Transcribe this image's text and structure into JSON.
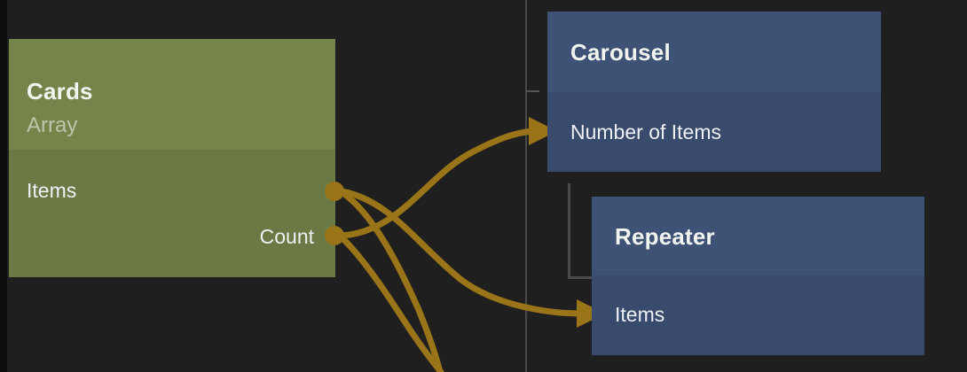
{
  "canvas": {
    "background": "#1f1f1f",
    "guide_line_color": "#4a4a4a",
    "wire_color": "#9a7418"
  },
  "nodes": [
    {
      "id": "cards",
      "title": "Cards",
      "subtitle": "Array",
      "kind": "source",
      "accent": "#74844b",
      "body_color": "#6b7a45",
      "ports": [
        {
          "name": "Items",
          "side": "output",
          "align": "left",
          "dot": true
        },
        {
          "name": "Count",
          "side": "output",
          "align": "right",
          "dot": true
        }
      ]
    },
    {
      "id": "carousel",
      "title": "Carousel",
      "subtitle": "",
      "kind": "target",
      "accent": "#3d5274",
      "body_color": "#384b6c",
      "ports": [
        {
          "name": "Number of Items",
          "side": "input",
          "align": "left",
          "dot": false
        }
      ]
    },
    {
      "id": "repeater",
      "title": "Repeater",
      "subtitle": "",
      "kind": "target",
      "accent": "#3d5274",
      "body_color": "#384b6c",
      "ports": [
        {
          "name": "Items",
          "side": "input",
          "align": "left",
          "dot": false
        }
      ]
    }
  ],
  "connections": [
    {
      "from": "cards.Count",
      "to": "carousel.Number of Items",
      "arrow": true
    },
    {
      "from": "cards.Items",
      "to": "repeater.Items",
      "arrow": true
    },
    {
      "from": "cards.Items",
      "to": "offscreen-bottom",
      "arrow": false
    },
    {
      "from": "cards.Count",
      "to": "offscreen-bottom",
      "arrow": false
    }
  ],
  "labels": {
    "cards_title": "Cards",
    "cards_subtitle": "Array",
    "cards_port_items": "Items",
    "cards_port_count": "Count",
    "carousel_title": "Carousel",
    "carousel_port_number_of_items": "Number of Items",
    "repeater_title": "Repeater",
    "repeater_port_items": "Items"
  }
}
